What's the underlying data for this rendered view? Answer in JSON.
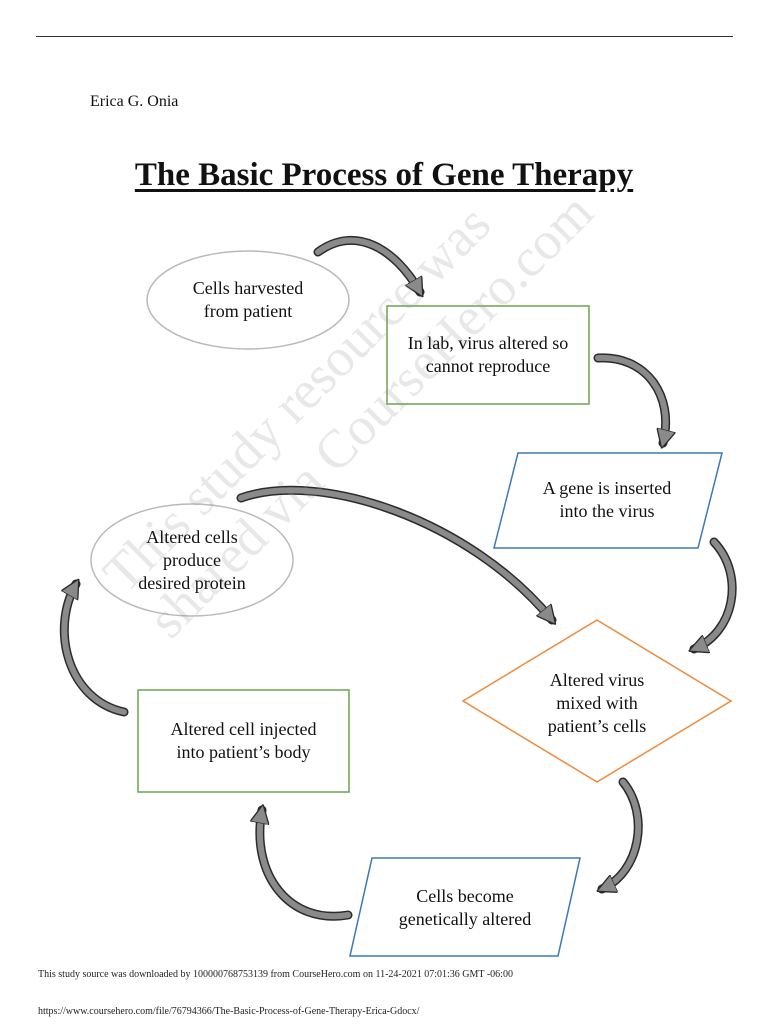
{
  "document": {
    "author": "Erica G. Onia",
    "title": "The Basic Process of Gene Therapy"
  },
  "diagram": {
    "nodes": {
      "harvest": "Cells harvested\nfrom patient",
      "lab": "In lab, virus altered so\ncannot reproduce",
      "insert": "A gene is inserted\ninto the virus",
      "mix": "Altered virus\nmixed with\npatient’s cells",
      "altered": "Cells become\ngenetically altered",
      "inject": "Altered cell injected\ninto patient’s body",
      "produce": "Altered cells\nproduce\ndesired protein"
    },
    "colors": {
      "ellipse_border": "#b9b9b9",
      "green_border": "#6aa34f",
      "blue_border": "#3b78b7",
      "orange_border": "#ef8a3a",
      "arrow_fill": "#8a8a8a",
      "arrow_stroke": "#2b2b2b"
    }
  },
  "watermark": "This study resource was\nshared via CourseHero.com",
  "footer": {
    "source_note": "This study source was downloaded by 100000768753139 from CourseHero.com on 11-24-2021 07:01:36 GMT -06:00",
    "url": "https://www.coursehero.com/file/76794366/The-Basic-Process-of-Gene-Therapy-Erica-Gdocx/"
  }
}
